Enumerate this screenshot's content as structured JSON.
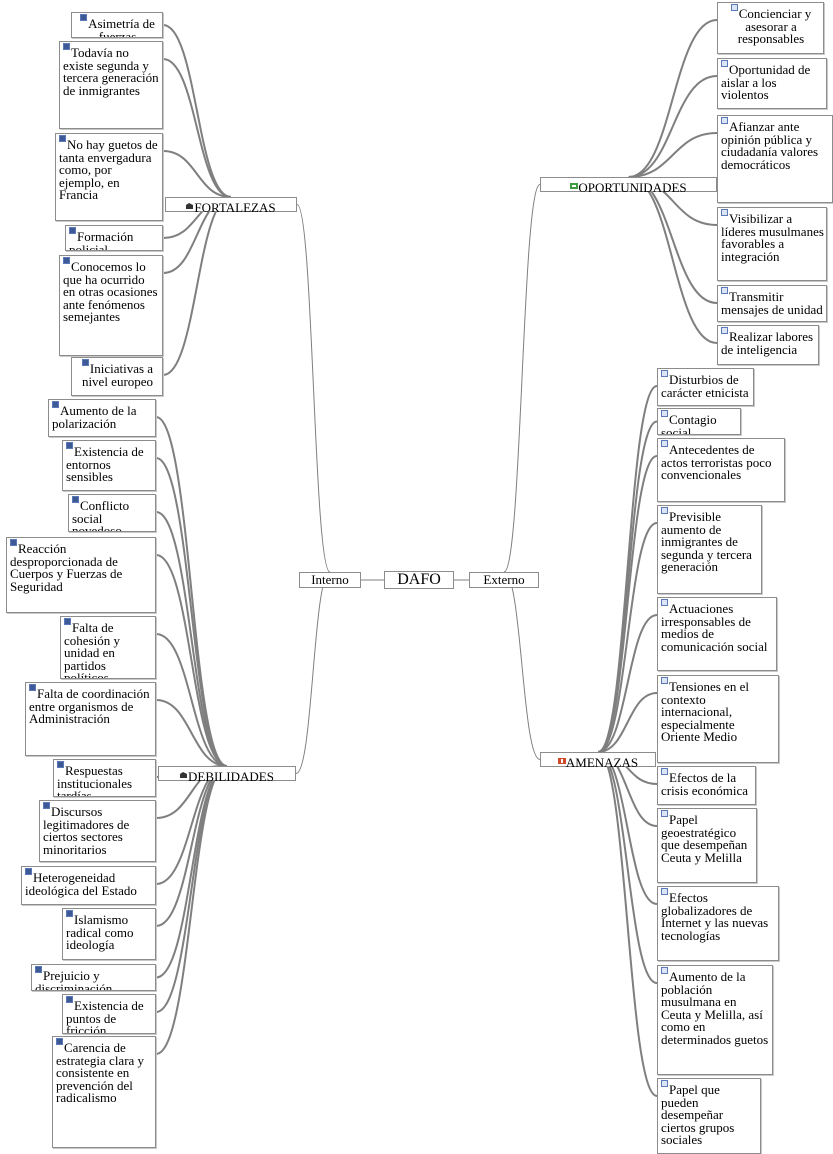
{
  "center": {
    "label": "DAFO"
  },
  "left_hub": {
    "label": "Interno"
  },
  "right_hub": {
    "label": "Externo"
  },
  "groups": {
    "fortalezas": {
      "label": "FORTALEZAS",
      "icon": "folder-icon",
      "items": [
        "Asimetría de fuerzas",
        "Todavía no existe segunda y tercera generación de inmigrantes",
        "No hay guetos de tanta envergadura como, por ejemplo, en Francia",
        "Formación policial",
        "Conocemos lo que ha ocurrido en otras ocasiones ante fenómenos semejantes",
        "Iniciativas a nivel europeo"
      ]
    },
    "debilidades": {
      "label": "DEBILIDADES",
      "icon": "folder-icon",
      "items": [
        "Aumento de la polarización",
        "Existencia de entornos sensibles",
        "Conflicto social novedoso",
        "Reacción desproporcionada de Cuerpos y Fuerzas de Seguridad",
        "Falta de cohesión y unidad en partidos políticos",
        "Falta de coordinación entre organismos de Administración",
        "Respuestas institucionales tardías",
        "Discursos legitimadores de ciertos sectores minoritarios",
        "Heterogeneidad ideológica del Estado",
        "Islamismo radical como ideología",
        "Prejuicio y discriminación",
        "Existencia de puntos de fricción",
        "Carencia de estrategia clara y consistente en prevención del radicalismo"
      ]
    },
    "oportunidades": {
      "label": "OPORTUNIDADES",
      "icon": "opportunity-icon",
      "items": [
        "Concienciar y asesorar a responsables",
        "Oportunidad de aislar a los violentos",
        "Afianzar ante opinión pública y ciudadanía valores democráticos",
        "Visibilizar a líderes musulmanes favorables a integración",
        "Transmitir mensajes de unidad",
        "Realizar labores de inteligencia"
      ]
    },
    "amenazas": {
      "label": "AMENAZAS",
      "icon": "threat-icon",
      "items": [
        "Disturbios de carácter etnicista",
        "Contagio social",
        "Antecedentes de actos terroristas poco convencionales",
        "Previsible aumento de inmigrantes de segunda y tercera generación",
        "Actuaciones irresponsables de medios de comunicación social",
        "Tensiones en el contexto internacional, especialmente Oriente Medio",
        "Efectos de la crisis económica",
        "Papel geoestratégico que desempeñan Ceuta y Melilla",
        "Efectos globalizadores de Internet y las nuevas tecnologías",
        "Aumento de la población musulmana en Ceuta y Melilla, así como en determinados guetos",
        "Papel que pueden desempeñar ciertos grupos sociales"
      ]
    }
  },
  "colors": {
    "edge": "#7f7f7f",
    "border": "#8c8c8c",
    "note_icon": "#5b79b8",
    "opportunity_icon": "#3f9c3f",
    "threat_icon": "#d04a2a"
  }
}
